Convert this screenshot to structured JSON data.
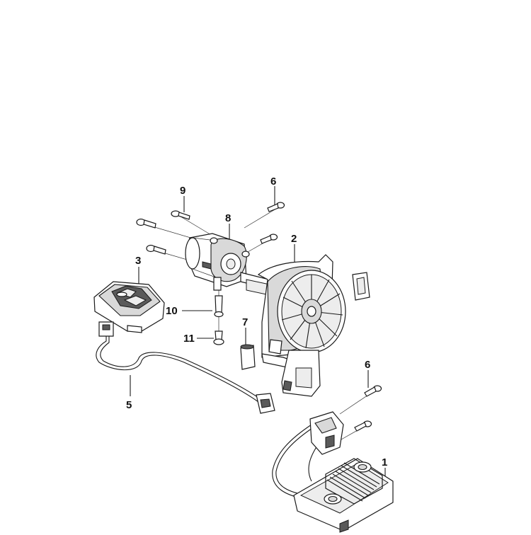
{
  "callouts": {
    "c1": "1",
    "c2": "2",
    "c3": "3",
    "c5": "5",
    "c6a": "6",
    "c6b": "6",
    "c7": "7",
    "c8": "8",
    "c9": "9",
    "c10": "10",
    "c11": "11"
  }
}
